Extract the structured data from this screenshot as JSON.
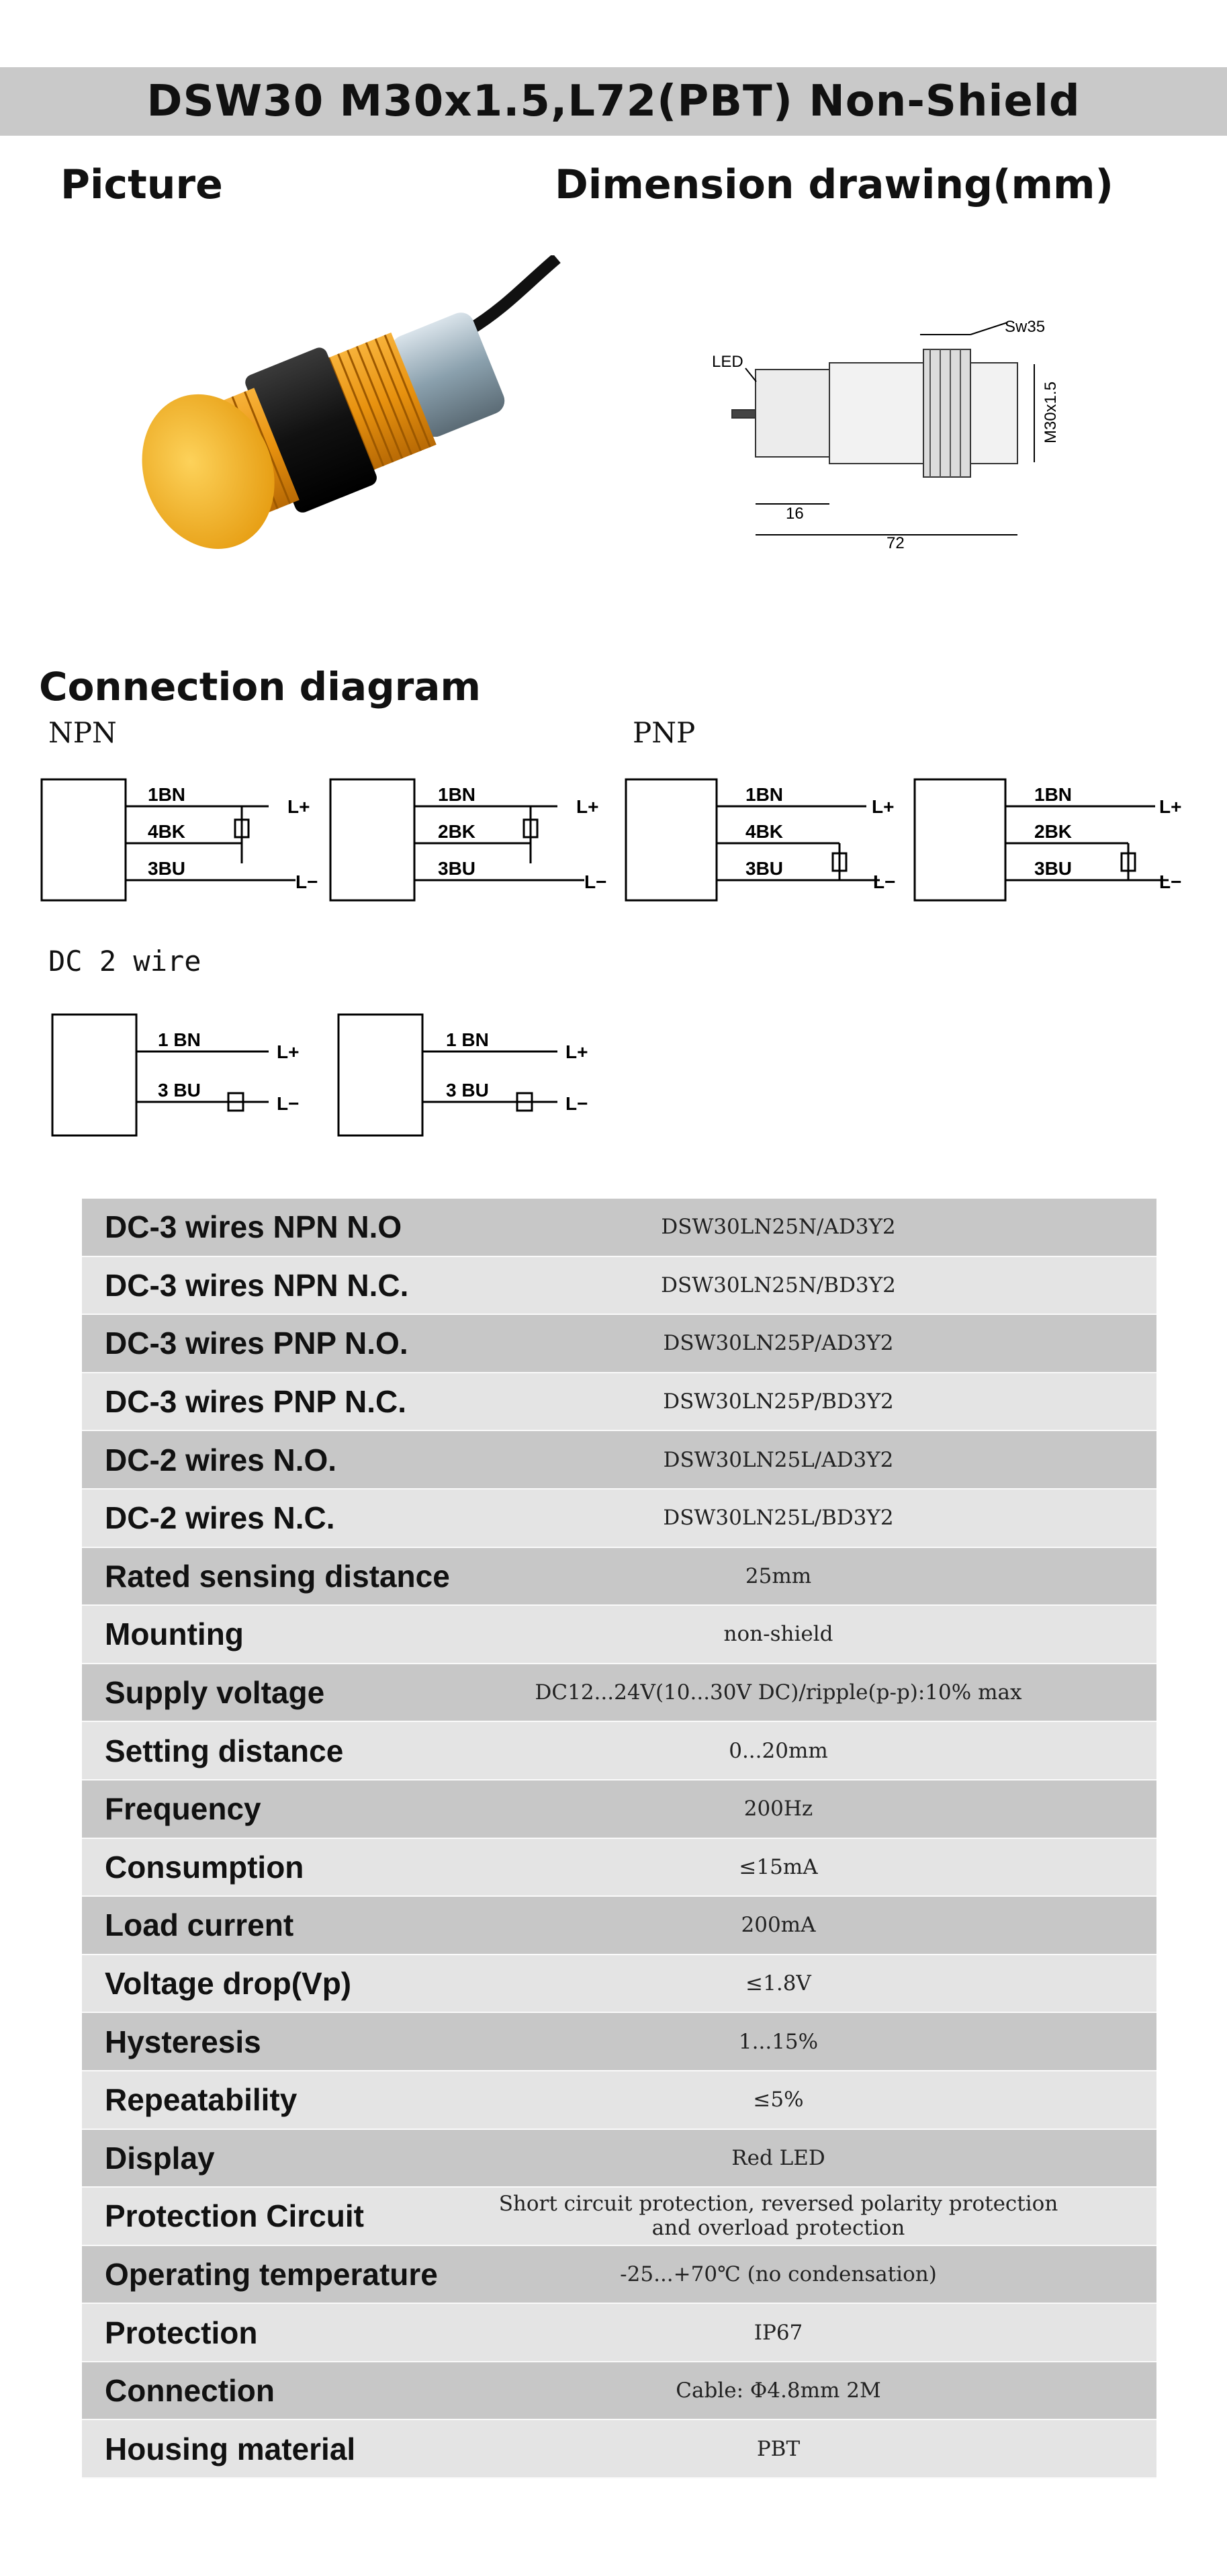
{
  "title": "DSW30  M30x1.5,L72(PBT)  Non-Shield",
  "sections": {
    "picture": "Picture",
    "dimension": "Dimension drawing(mm)",
    "connection": "Connection diagram"
  },
  "dimension_drawing": {
    "led_label": "LED",
    "wrench_label": "Sw35",
    "thread_label": "M30x1.5",
    "dim_front": "16",
    "dim_total": "72"
  },
  "wiring": {
    "npn_label": "NPN",
    "pnp_label": "PNP",
    "dc2_label": "DC 2 wire",
    "wires": {
      "bn": "1BN",
      "bk": "4BK",
      "bk2": "2BK",
      "bu": "3BU",
      "bn_sp": "1 BN",
      "bu_sp": "3 BU",
      "lplus": "L+",
      "lminus": "L−"
    }
  },
  "specs": [
    {
      "name": "DC-3 wires NPN N.O",
      "value": "DSW30LN25N/AD3Y2"
    },
    {
      "name": "DC-3 wires NPN N.C.",
      "value": "DSW30LN25N/BD3Y2"
    },
    {
      "name": "DC-3 wires PNP N.O.",
      "value": "DSW30LN25P/AD3Y2"
    },
    {
      "name": "DC-3 wires PNP N.C.",
      "value": "DSW30LN25P/BD3Y2"
    },
    {
      "name": "DC-2 wires N.O.",
      "value": "DSW30LN25L/AD3Y2"
    },
    {
      "name": "DC-2 wires N.C.",
      "value": "DSW30LN25L/BD3Y2"
    },
    {
      "name": "Rated sensing distance",
      "value": "25mm"
    },
    {
      "name": "Mounting",
      "value": "non-shield"
    },
    {
      "name": "Supply voltage",
      "value": "DC12...24V(10...30V DC)/ripple(p-p):10% max"
    },
    {
      "name": "Setting distance",
      "value": "0...20mm"
    },
    {
      "name": "Frequency",
      "value": "200Hz"
    },
    {
      "name": "Consumption",
      "value": "≤15mA"
    },
    {
      "name": "Load current",
      "value": "200mA"
    },
    {
      "name": "Voltage drop(Vp)",
      "value": "≤1.8V"
    },
    {
      "name": "Hysteresis",
      "value": "1...15%"
    },
    {
      "name": "Repeatability",
      "value": "≤5%"
    },
    {
      "name": "Display",
      "value": "Red LED"
    },
    {
      "name": "Protection Circuit",
      "value": "Short circuit protection, reversed polarity protection\nand overload protection"
    },
    {
      "name": "Operating temperature",
      "value": "-25...+70℃ (no condensation)"
    },
    {
      "name": "Protection",
      "value": "IP67"
    },
    {
      "name": "Connection",
      "value": "Cable: Φ4.8mm 2M"
    },
    {
      "name": "Housing material",
      "value": "PBT"
    }
  ]
}
